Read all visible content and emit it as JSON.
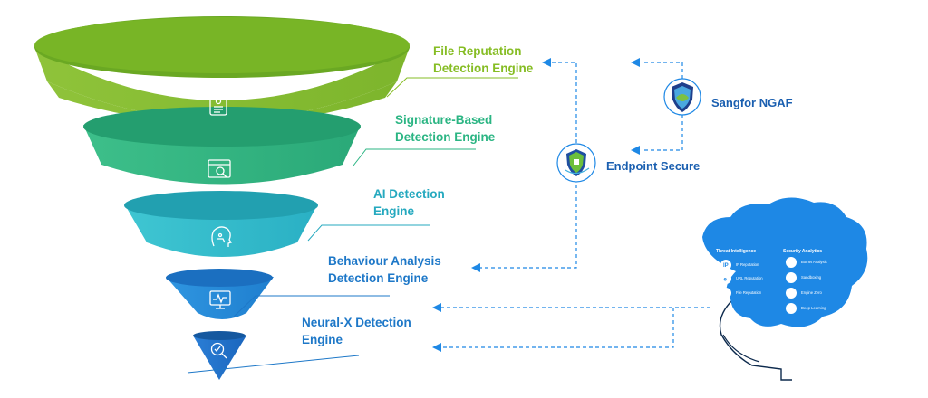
{
  "engines": [
    {
      "label_line1": "File Reputation",
      "label_line2": "Detection Engine",
      "color": "#86bd24"
    },
    {
      "label_line1": "Signature-Based",
      "label_line2": "Detection Engine",
      "color": "#2bb583"
    },
    {
      "label_line1": "AI Detection",
      "label_line2": "Engine",
      "color": "#25a9bf"
    },
    {
      "label_line1": "Behaviour Analysis",
      "label_line2": "Detection Engine",
      "color": "#1e78c8"
    },
    {
      "label_line1": "Neural-X Detection",
      "label_line2": "Engine",
      "color": "#1e78c8"
    }
  ],
  "products": {
    "ngaf": "Sangfor NGAF",
    "endpoint": "Endpoint Secure"
  },
  "cloud": {
    "threat_intelligence": {
      "title": "Threat Intelligence",
      "items": [
        "IP Reputation",
        "URL Reputation",
        "File Reputation"
      ]
    },
    "security_analytics": {
      "title": "Security Analytics",
      "items": [
        "Botnet Analysis",
        "Sandboxing",
        "Engine Zero",
        "Deep Learning"
      ]
    }
  },
  "colors": {
    "connector": "#1e88e5",
    "cloud": "#1e88e5"
  }
}
